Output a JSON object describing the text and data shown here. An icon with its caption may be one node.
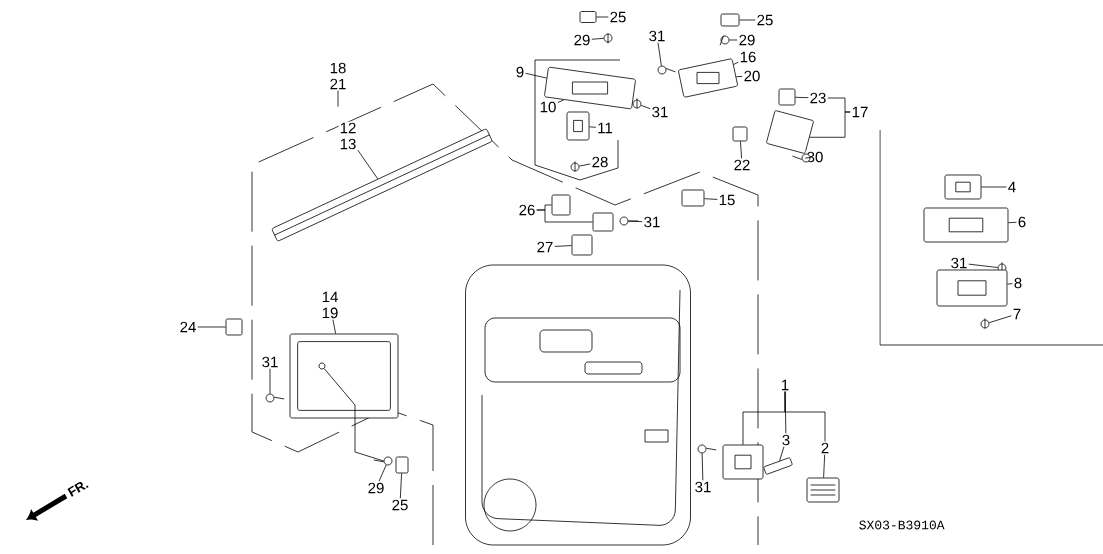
{
  "diagram": {
    "nodes": [
      {
        "text": [
          "25"
        ]
      },
      {
        "text": [],
        "shape": "box"
      },
      {
        "text": [
          "29"
        ]
      },
      {
        "text": [],
        "shape": "circle"
      },
      {
        "text": [
          "31"
        ]
      },
      {
        "text": [],
        "shape": "circle"
      },
      {
        "text": [
          "25"
        ]
      },
      {
        "text": [],
        "shape": "box"
      },
      {
        "text": [
          "29"
        ]
      },
      {
        "text": [],
        "shape": "circle"
      },
      {
        "text": [
          "9"
        ]
      },
      {
        "text": [],
        "shape": "picture"
      },
      {
        "text": [
          "16"
        ]
      },
      {
        "text": [
          "20"
        ]
      },
      {
        "text": [],
        "shape": "picture"
      },
      {
        "text": [
          "18",
          "21"
        ]
      },
      {
        "text": [
          "10"
        ]
      },
      {
        "text": [
          "11"
        ]
      },
      {
        "text": [],
        "shape": "picture"
      },
      {
        "text": [
          "31"
        ]
      },
      {
        "text": [],
        "shape": "circle"
      },
      {
        "text": [
          "23"
        ]
      },
      {
        "text": [],
        "shape": "box"
      },
      {
        "text": [
          "17"
        ]
      },
      {
        "text": [],
        "shape": "box"
      },
      {
        "text": [
          "12",
          "13"
        ]
      },
      {
        "text": [],
        "shape": "picture"
      },
      {
        "text": [
          "28"
        ]
      },
      {
        "text": [],
        "shape": "circle"
      },
      {
        "text": [
          "22"
        ]
      },
      {
        "text": [],
        "shape": "box"
      },
      {
        "text": [
          "30"
        ]
      },
      {
        "text": [],
        "shape": "circle"
      },
      {
        "text": [
          "4"
        ]
      },
      {
        "text": [],
        "shape": "picture"
      },
      {
        "text": [
          "15"
        ]
      },
      {
        "text": [],
        "shape": "box"
      },
      {
        "text": [
          "26"
        ]
      },
      {
        "text": [],
        "shape": "box"
      },
      {
        "text": [],
        "shape": "box"
      },
      {
        "text": [
          "31"
        ]
      },
      {
        "text": [],
        "shape": "circle"
      },
      {
        "text": [
          "6"
        ]
      },
      {
        "text": [],
        "shape": "picture"
      },
      {
        "text": [
          "27"
        ]
      },
      {
        "text": [],
        "shape": "box"
      },
      {
        "text": [
          "31"
        ]
      },
      {
        "text": [],
        "shape": "circle"
      },
      {
        "text": [
          "8"
        ]
      },
      {
        "text": [],
        "shape": "picture"
      },
      {
        "text": [
          "14",
          "19"
        ]
      },
      {
        "text": [],
        "shape": "picture"
      },
      {
        "text": [
          "7"
        ]
      },
      {
        "text": [],
        "shape": "circle"
      },
      {
        "text": [
          "24"
        ]
      },
      {
        "text": [],
        "shape": "box"
      },
      {
        "text": [
          "31"
        ]
      },
      {
        "text": [],
        "shape": "circle"
      },
      {
        "text": [],
        "shape": "picture"
      },
      {
        "text": [
          "1"
        ]
      },
      {
        "text": [
          "3"
        ]
      },
      {
        "text": [
          "2"
        ]
      },
      {
        "text": [],
        "shape": "picture"
      },
      {
        "text": [],
        "shape": "box"
      },
      {
        "text": [],
        "shape": "picture"
      },
      {
        "text": [],
        "shape": "circle"
      },
      {
        "text": [
          "31"
        ]
      },
      {
        "text": [],
        "shape": "circle"
      },
      {
        "text": [],
        "shape": "box"
      },
      {
        "text": [
          "29"
        ]
      },
      {
        "text": [
          "25"
        ]
      },
      {
        "text": [],
        "shape": "circle",
        "in": 51
      }
    ],
    "edges": [
      {
        "from": 0,
        "to": 1,
        "arrow": "none"
      },
      {
        "from": 2,
        "to": 3,
        "arrow": "none"
      },
      {
        "from": 4,
        "to": 5,
        "arrow": "none"
      },
      {
        "from": 6,
        "to": 7,
        "arrow": "none"
      },
      {
        "from": 8,
        "to": 9,
        "arrow": "none"
      },
      {
        "from": 10,
        "to": 11,
        "arrow": "none"
      },
      {
        "from": 12,
        "to": 14,
        "arrow": "none"
      },
      {
        "from": 13,
        "to": 14,
        "arrow": "none"
      },
      {
        "from": 15,
        "to": null,
        "arrow": "none"
      },
      {
        "from": 16,
        "to": 11,
        "arrow": "none"
      },
      {
        "from": 17,
        "to": 18,
        "arrow": "none"
      },
      {
        "from": 19,
        "to": 20,
        "arrow": "none"
      },
      {
        "from": 21,
        "to": 22,
        "arrow": "none"
      },
      {
        "from": 23,
        "to": 24,
        "arrow": "none"
      },
      {
        "from": 25,
        "to": 26,
        "arrow": "none"
      },
      {
        "from": 27,
        "to": 28,
        "arrow": "none"
      },
      {
        "from": 29,
        "to": 30,
        "arrow": "none"
      },
      {
        "from": 31,
        "to": 32,
        "arrow": "none"
      },
      {
        "from": 33,
        "to": 34,
        "arrow": "none"
      },
      {
        "from": 35,
        "to": 36,
        "arrow": "none"
      },
      {
        "from": 37,
        "to": 38,
        "arrow": "none"
      },
      {
        "from": 37,
        "to": 39,
        "arrow": "none"
      },
      {
        "from": 40,
        "to": 41,
        "arrow": "none"
      },
      {
        "from": 42,
        "to": 43,
        "arrow": "none"
      },
      {
        "from": 44,
        "to": 45,
        "arrow": "none"
      },
      {
        "from": 46,
        "to": 47,
        "arrow": "none"
      },
      {
        "from": 48,
        "to": 49,
        "arrow": "none"
      },
      {
        "from": 50,
        "to": 51,
        "arrow": "none"
      },
      {
        "from": 52,
        "to": 53,
        "arrow": "none"
      },
      {
        "from": 54,
        "to": 55,
        "arrow": "none"
      },
      {
        "from": 56,
        "to": 57,
        "arrow": "none"
      },
      {
        "from": 59,
        "to": 62,
        "arrow": "none"
      },
      {
        "from": 60,
        "to": 63,
        "arrow": "none"
      },
      {
        "from": 61,
        "to": 64,
        "arrow": "none"
      },
      {
        "from": 66,
        "to": 65,
        "arrow": "none"
      },
      {
        "from": 69,
        "to": 67,
        "arrow": "none"
      },
      {
        "from": 70,
        "to": 68,
        "arrow": "none"
      },
      {
        "from": 71,
        "to": 67,
        "arrow": "none"
      },
      {
        "from": 59,
        "to": 60,
        "arrow": "none"
      },
      {
        "from": 59,
        "to": 61,
        "arrow": "none"
      },
      {
        "from": 23,
        "to": 21,
        "arrow": "none"
      }
    ],
    "labels": [
      "FR.",
      "SX03-B3910A"
    ]
  }
}
